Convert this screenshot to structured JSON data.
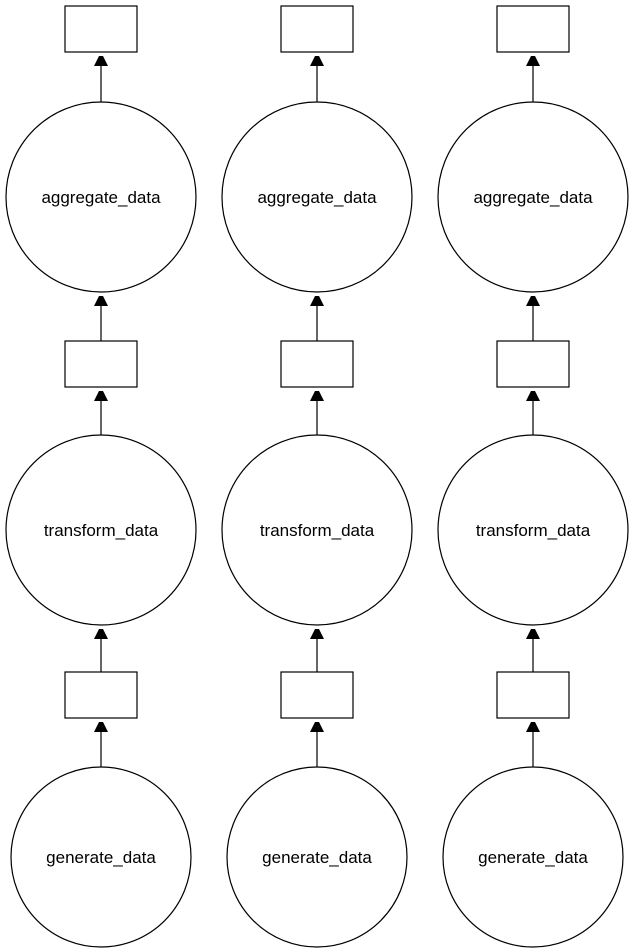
{
  "diagram": {
    "type": "task-graph",
    "direction": "bottom-to-top",
    "colors": {
      "stroke": "#000000",
      "fill": "#ffffff",
      "text": "#000000",
      "background": "#ffffff"
    },
    "chains": [
      {
        "name": "chain-1",
        "nodes": [
          {
            "kind": "task",
            "label": "generate_data"
          },
          {
            "kind": "data",
            "label": ""
          },
          {
            "kind": "task",
            "label": "transform_data"
          },
          {
            "kind": "data",
            "label": ""
          },
          {
            "kind": "task",
            "label": "aggregate_data"
          },
          {
            "kind": "data",
            "label": ""
          }
        ]
      },
      {
        "name": "chain-2",
        "nodes": [
          {
            "kind": "task",
            "label": "generate_data"
          },
          {
            "kind": "data",
            "label": ""
          },
          {
            "kind": "task",
            "label": "transform_data"
          },
          {
            "kind": "data",
            "label": ""
          },
          {
            "kind": "task",
            "label": "aggregate_data"
          },
          {
            "kind": "data",
            "label": ""
          }
        ]
      },
      {
        "name": "chain-3",
        "nodes": [
          {
            "kind": "task",
            "label": "generate_data"
          },
          {
            "kind": "data",
            "label": ""
          },
          {
            "kind": "task",
            "label": "transform_data"
          },
          {
            "kind": "data",
            "label": ""
          },
          {
            "kind": "task",
            "label": "aggregate_data"
          },
          {
            "kind": "data",
            "label": ""
          }
        ]
      }
    ]
  }
}
